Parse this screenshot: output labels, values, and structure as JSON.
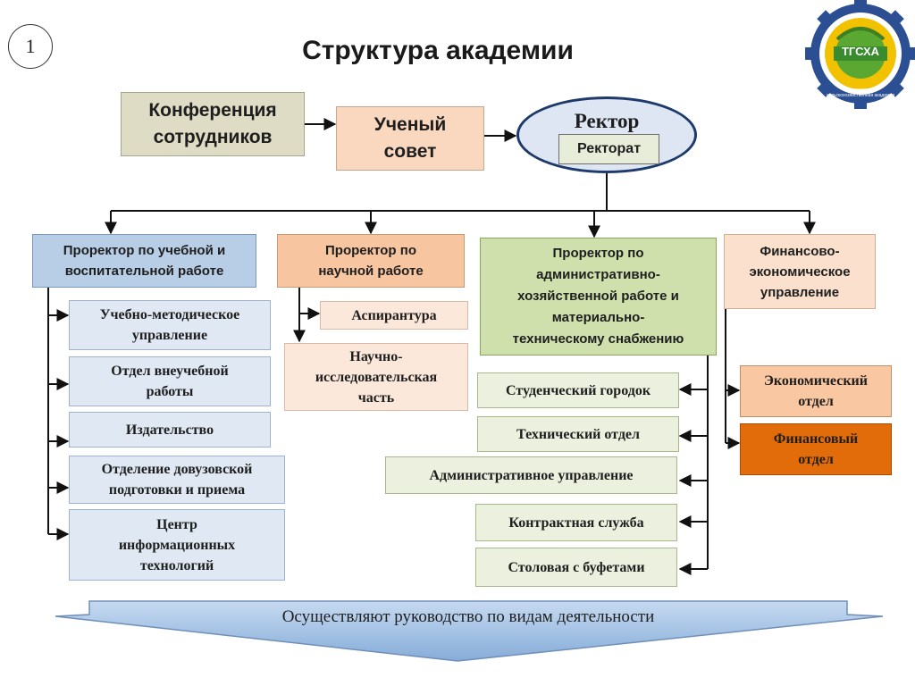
{
  "slide_number": "1",
  "title": "Структура академии",
  "logo": {
    "text": "ТГСХА",
    "arc_text": "государственная сельскохозяйственная академия",
    "icon": "academy-seal-icon"
  },
  "top": {
    "conference": [
      "Конференция",
      "сотрудников"
    ],
    "council": [
      "Ученый",
      "совет"
    ],
    "rector": "Ректор",
    "rectorat": "Ректорат"
  },
  "prorectors": {
    "education": [
      "Проректор по учебной и",
      "воспитательной работе"
    ],
    "science": [
      "Проректор по",
      "научной работе"
    ],
    "admin": [
      "Проректор по",
      "административно-",
      "хозяйственной работе и",
      "материально-",
      "техническому снабжению"
    ],
    "finance": [
      "Финансово-",
      "экономическое",
      "управление"
    ]
  },
  "education_units": [
    [
      "Учебно-методическое",
      "управление"
    ],
    [
      "Отдел внеучебной",
      "работы"
    ],
    [
      "Издательство"
    ],
    [
      "Отделение довузовской",
      "подготовки и приема"
    ],
    [
      "Центр",
      "информационных",
      "технологий"
    ]
  ],
  "science_units": [
    [
      "Аспирантура"
    ],
    [
      "Научно-",
      "исследовательская",
      "часть"
    ]
  ],
  "admin_units": [
    "Студенческий городок",
    "Технический отдел",
    "Административное управление",
    "Контрактная служба",
    "Столовая с буфетами"
  ],
  "finance_units": [
    [
      "Экономический",
      "отдел"
    ],
    [
      "Финансовый",
      "отдел"
    ]
  ],
  "banner": "Осуществляют руководство по видам деятельности",
  "colors": {
    "accent_navy": "#1d3a6b",
    "finance_dept": "#e36c0a",
    "banner_blue": "#9dbde3"
  }
}
